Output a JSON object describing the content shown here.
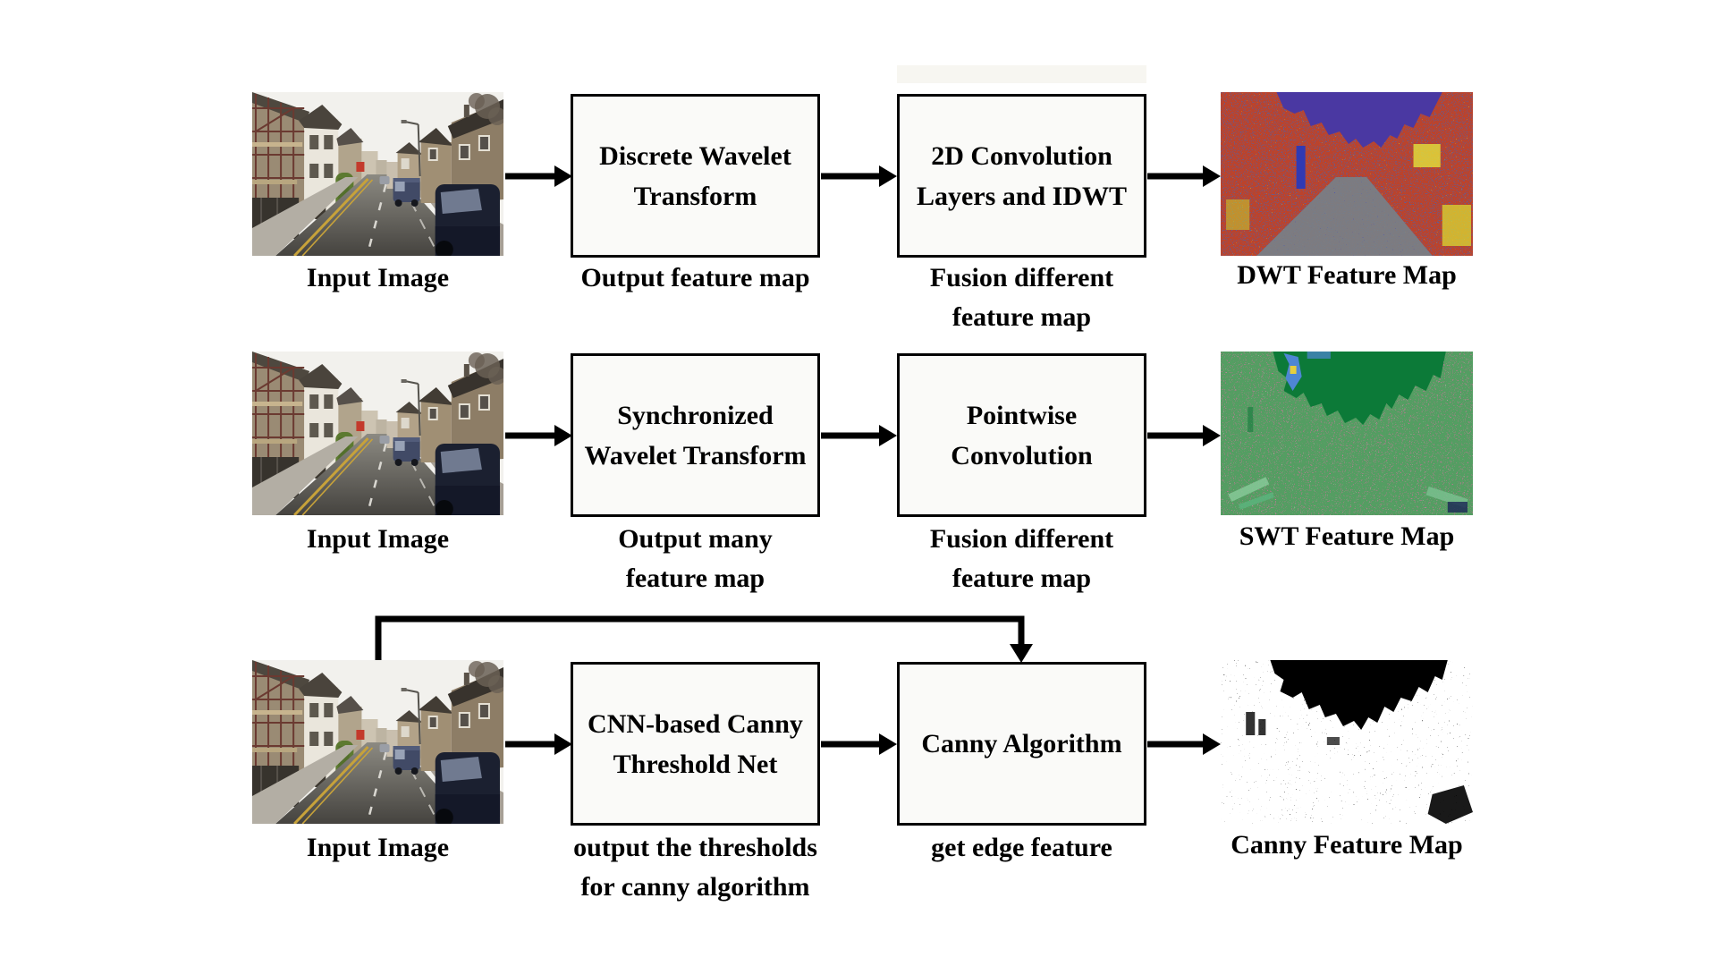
{
  "figure_name": "wavelet-canny-feature-extraction-pipelines",
  "rows": [
    {
      "input": {
        "label": "Input Image"
      },
      "stage1": {
        "title_line1": "Discrete Wavelet",
        "title_line2": "Transform",
        "caption_line1": "Output feature map",
        "caption_line2": ""
      },
      "stage2": {
        "title_line1": "2D Convolution",
        "title_line2": "Layers and IDWT",
        "caption_line1": "Fusion different",
        "caption_line2": "feature map"
      },
      "output": {
        "label": "DWT Feature Map"
      }
    },
    {
      "input": {
        "label": "Input Image"
      },
      "stage1": {
        "title_line1": "Synchronized",
        "title_line2": "Wavelet Transform",
        "caption_line1": "Output many",
        "caption_line2": "feature map"
      },
      "stage2": {
        "title_line1": "Pointwise",
        "title_line2": "Convolution",
        "caption_line1": "Fusion different",
        "caption_line2": "feature map"
      },
      "output": {
        "label": "SWT Feature Map"
      }
    },
    {
      "input": {
        "label": "Input Image"
      },
      "stage1": {
        "title_line1": "CNN-based Canny",
        "title_line2": "Threshold Net",
        "caption_line1": "output the thresholds",
        "caption_line2": "for canny algorithm"
      },
      "stage2": {
        "title_line1": "Canny Algorithm",
        "title_line2": "",
        "caption_line1": "get edge feature",
        "caption_line2": ""
      },
      "output": {
        "label": "Canny Feature Map"
      }
    }
  ],
  "colors": {
    "background": "#ffffff",
    "box_fill": "#fafaf8",
    "box_border": "#000000",
    "arrow": "#000000",
    "text": "#000000",
    "dwt_sky_purple": "#4a38a2",
    "dwt_road_blue": "#3b50c8",
    "dwt_speckle_yellow": "#d6d32a",
    "swt_sky_green": "#0c7a38",
    "swt_speckle_gray": "#b0b6ac",
    "canny_background": "#000000",
    "canny_edges": "#ffffff"
  }
}
